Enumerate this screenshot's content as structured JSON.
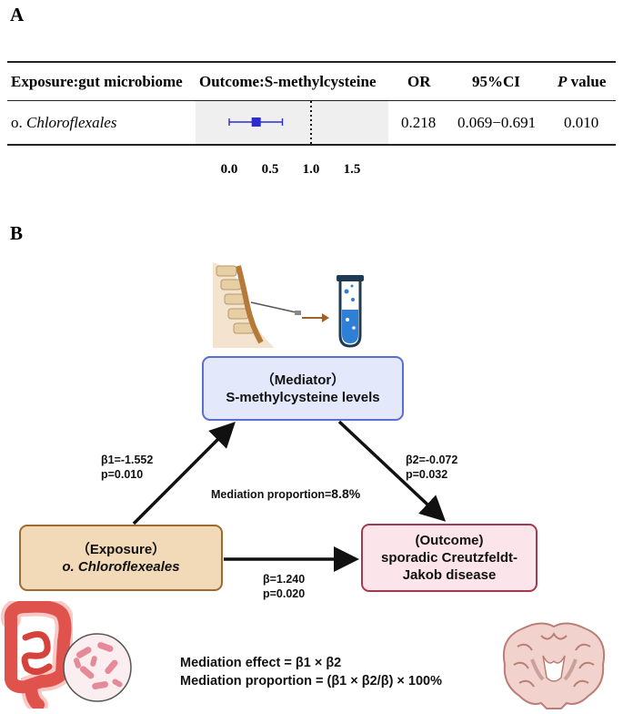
{
  "panel_a": {
    "letter": "A",
    "headers": {
      "exposure": "Exposure:gut microbiome",
      "outcome": "Outcome:S-methylcysteine",
      "or": "OR",
      "ci": "95%CI",
      "p_italic": "P",
      "p_rest": " value"
    },
    "row": {
      "prefix": "o. ",
      "taxon": "Chloroflexales",
      "or": "0.218",
      "ci": "0.069−0.691",
      "p": "0.010"
    },
    "axis_ticks": [
      "0.0",
      "0.5",
      "1.0",
      "1.5"
    ],
    "colors": {
      "point": "#2b2bd6",
      "band": "#efefef"
    }
  },
  "chart_data": {
    "type": "forest",
    "categories": [
      "o. Chloroflexales"
    ],
    "or": [
      0.218
    ],
    "ci_low": [
      0.069
    ],
    "ci_high": [
      0.691
    ],
    "p": [
      0.01
    ],
    "reference_line": 1.0,
    "xlim": [
      -0.2,
      1.7
    ],
    "xticks": [
      0.0,
      0.5,
      1.0,
      1.5
    ],
    "plotted_point": 0.33,
    "plotted_low": 0.0,
    "plotted_high": 0.65
  },
  "panel_b": {
    "letter": "B",
    "mediator": {
      "line1": "（Mediator）",
      "line2": "S-methylcysteine levels"
    },
    "exposure": {
      "line1": "（Exposure）",
      "line2": "o. Chloroflexeales"
    },
    "outcome": {
      "line1": "(Outcome)",
      "line2": "sporadic Creutzfeldt-",
      "line3": "Jakob disease"
    },
    "beta1": {
      "coef": "β1=-1.552",
      "p": "p=0.010"
    },
    "beta2": {
      "coef": "β2=-0.072",
      "p": "p=0.032"
    },
    "beta": {
      "coef": "β=1.240",
      "p": "p=0.020"
    },
    "mediation_label": "Mediation proportion=",
    "mediation_value": "8.8%",
    "formula1": "Mediation effect = β1 × β2",
    "formula2": "Mediation proportion = (β1 × β2/β) × 100%",
    "colors": {
      "mediator_fill": "#e3e8fa",
      "mediator_border": "#5a6fcf",
      "exposure_fill": "#f2d9b7",
      "exposure_border": "#9d6b30",
      "outcome_fill": "#fbe4ea",
      "outcome_border": "#a23a4f"
    },
    "icons": [
      "spine-icon",
      "arrow-icon",
      "test-tube-icon",
      "intestine-icon",
      "bacteria-icon",
      "brain-section-icon"
    ]
  }
}
